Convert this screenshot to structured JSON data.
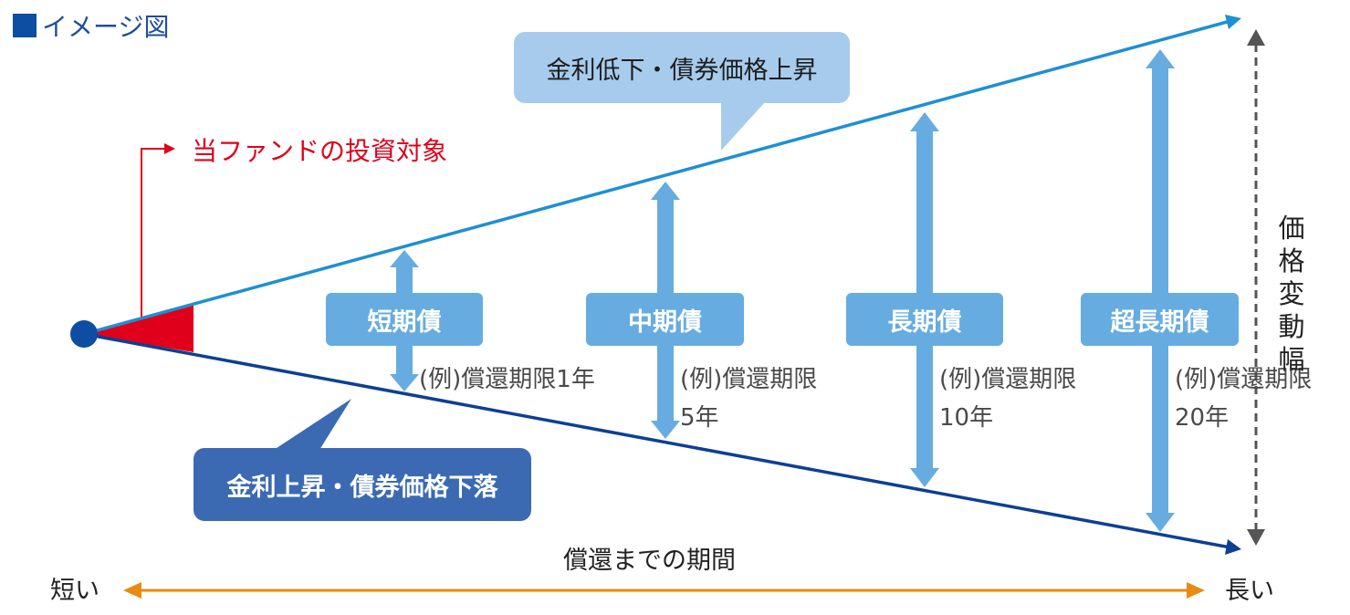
{
  "title": "■イメージ図",
  "title_text": "イメージ図",
  "callouts": {
    "rate_down": "金利低下・債券価格上昇",
    "rate_up": "金利上昇・債券価格下落"
  },
  "fund_target": "当ファンドの投資対象",
  "bonds": [
    {
      "name": "短期債",
      "note_line1": "(例)償還期限1年",
      "note_line2": ""
    },
    {
      "name": "中期債",
      "note_line1": "(例)償還期限",
      "note_line2": "5年"
    },
    {
      "name": "長期債",
      "note_line1": "(例)償還期限",
      "note_line2": "10年"
    },
    {
      "name": "超長期債",
      "note_line1": "(例)償還期限",
      "note_line2": "20年"
    }
  ],
  "price_range_chars": [
    "価",
    "格",
    "変",
    "動",
    "幅"
  ],
  "axis": {
    "title": "償還までの期間",
    "short": "短い",
    "long": "長い"
  },
  "colors": {
    "upper_line": "#1e8fd4",
    "lower_line": "#0d3f94",
    "bond_arrow": "#66ace0",
    "fund_marker": "#e0001b",
    "axis_arrow": "#e98b12",
    "dashed_arrow": "#555555"
  }
}
